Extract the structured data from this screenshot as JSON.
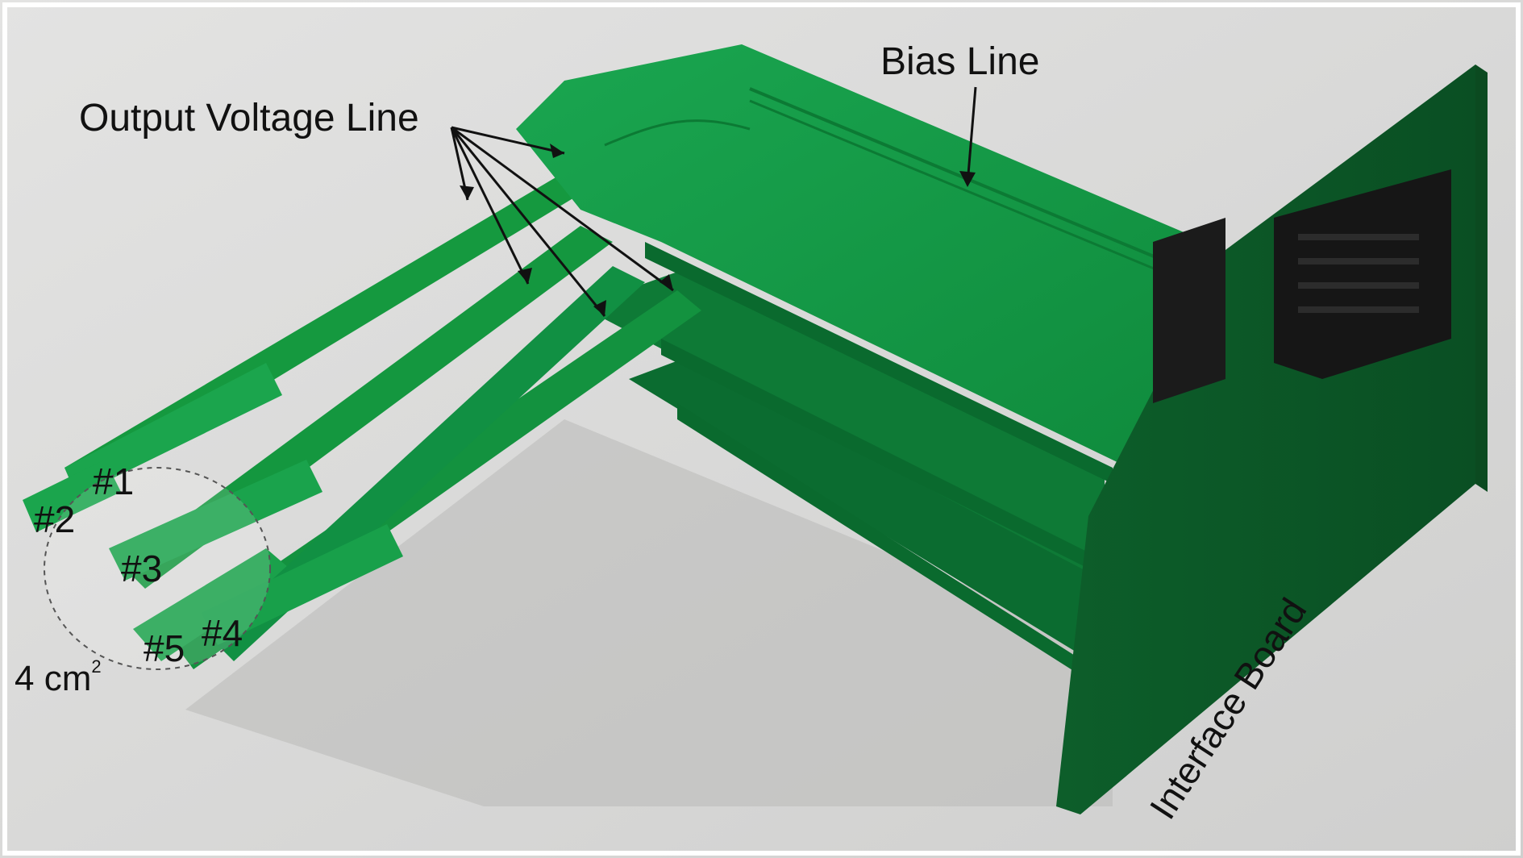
{
  "figure": {
    "labels": {
      "output_voltage_line": "Output Voltage Line",
      "bias_line": "Bias Line",
      "interface_board": "Interface Board",
      "area_value": "4 cm",
      "area_unit_exponent": "2",
      "sensors": [
        "#1",
        "#2",
        "#3",
        "#4",
        "#5"
      ]
    },
    "colors": {
      "background": "#dcdcdb",
      "pcb_green": "#149a47",
      "pcb_dark": "#0b6c30",
      "connector": "#1b1b1b",
      "text": "#111111"
    }
  }
}
